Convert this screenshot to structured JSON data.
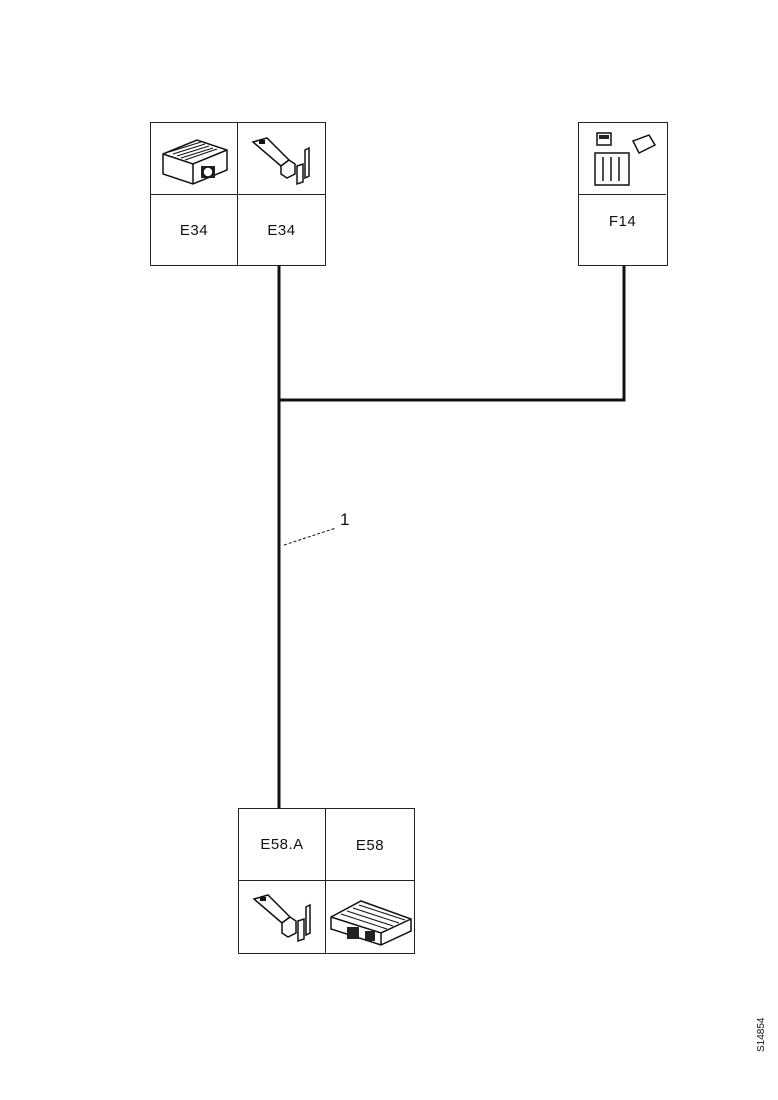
{
  "connectors": {
    "top_left_a": {
      "label": "E34",
      "icon": "connector-housing-icon"
    },
    "top_left_b": {
      "label": "E34",
      "icon": "terminal-pin-icon"
    },
    "top_right": {
      "label": "F14",
      "icon": "connector-housing-icon"
    },
    "bottom_a": {
      "label": "E58.A",
      "icon": "terminal-pin-icon"
    },
    "bottom_b": {
      "label": "E58",
      "icon": "connector-housing-icon"
    }
  },
  "callout": {
    "number": "1"
  },
  "figure_ref": "S14854"
}
